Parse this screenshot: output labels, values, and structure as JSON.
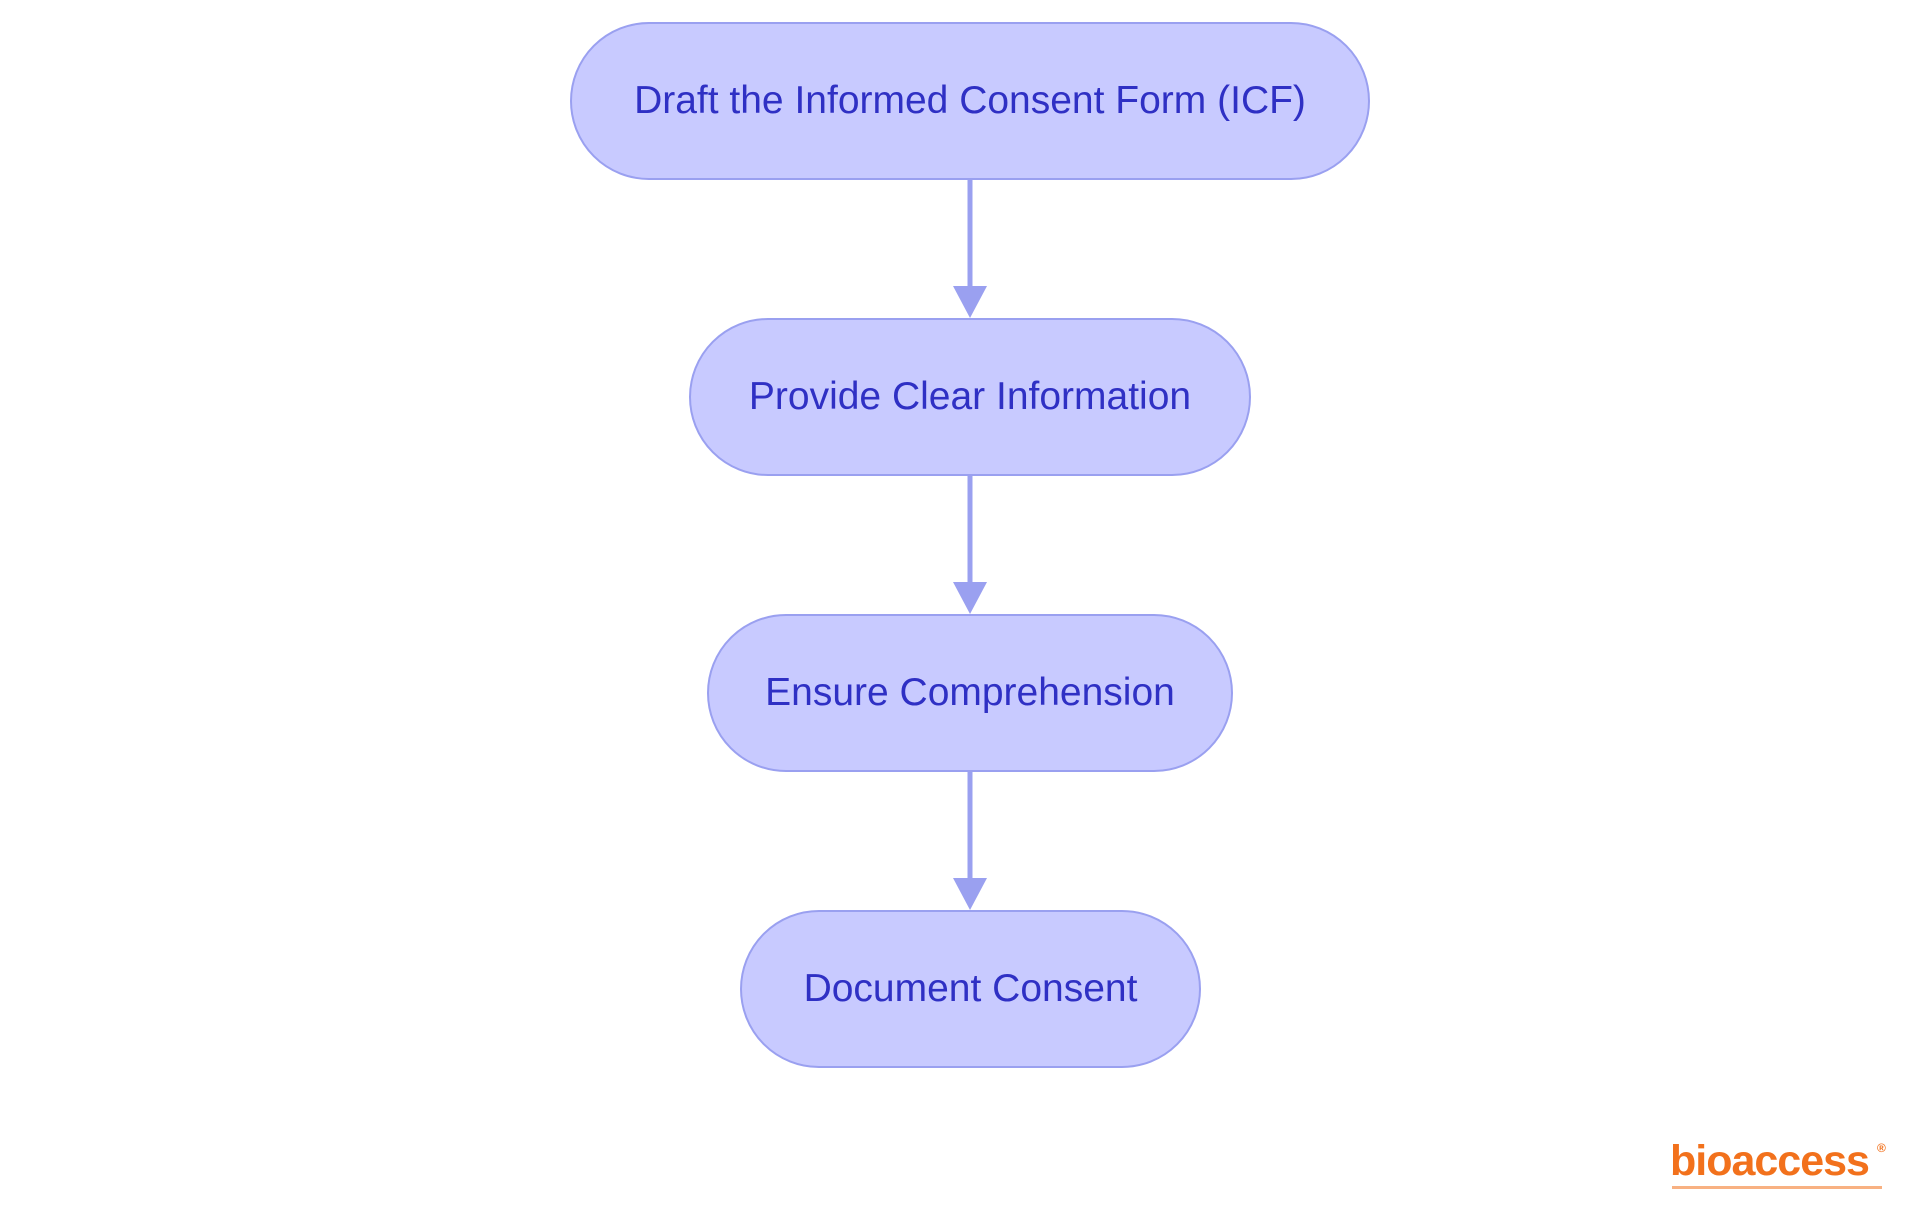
{
  "colors": {
    "node_fill": "#c8caff",
    "node_border": "#9aa0f0",
    "node_text": "#2f30c4",
    "edge": "#9aa0f0",
    "brand": "#f2711c"
  },
  "diagram": {
    "nodes": [
      {
        "id": "draft",
        "label": "Draft the Informed Consent Form (ICF)"
      },
      {
        "id": "provide",
        "label": "Provide Clear Information"
      },
      {
        "id": "ensure",
        "label": "Ensure Comprehension"
      },
      {
        "id": "document",
        "label": "Document Consent"
      }
    ],
    "edges": [
      {
        "from": "draft",
        "to": "provide"
      },
      {
        "from": "provide",
        "to": "ensure"
      },
      {
        "from": "ensure",
        "to": "document"
      }
    ]
  },
  "logo": {
    "word": "bioaccess",
    "reg": "®"
  }
}
